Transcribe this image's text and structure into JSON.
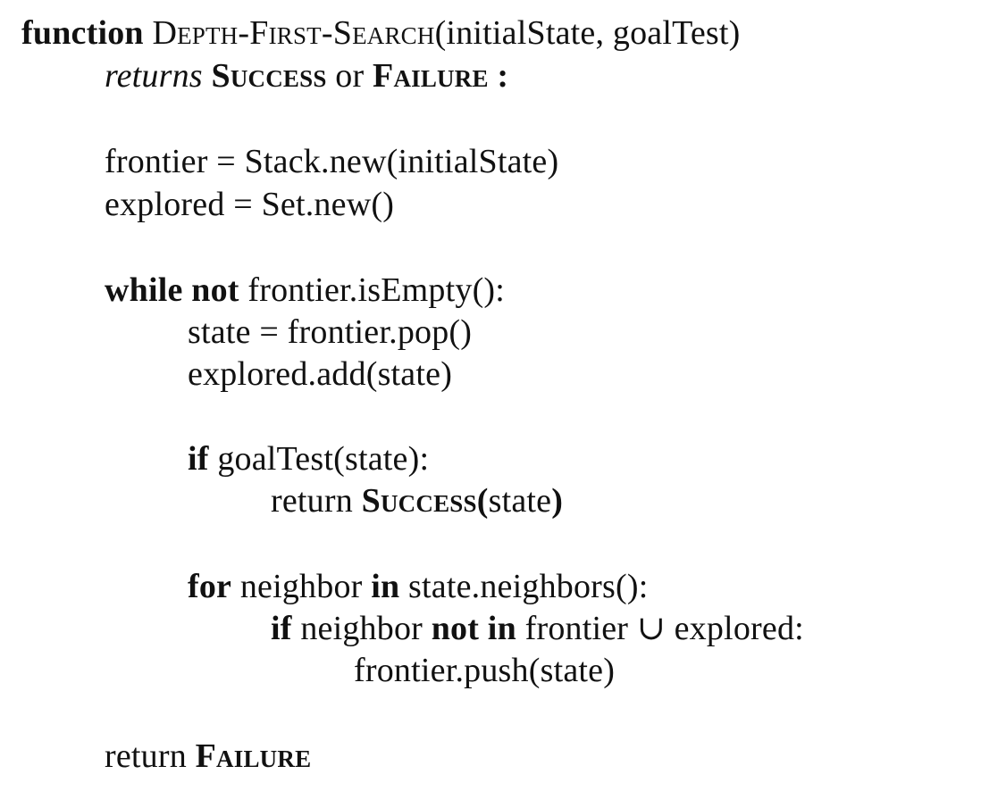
{
  "pseudocode": {
    "signature": {
      "keyword": "function",
      "name": "Depth-First-Search",
      "params": "(initialState, goalTest)"
    },
    "returns_line": {
      "returns": "returns",
      "success": "Success",
      "or": "or",
      "failure": "Failure :"
    },
    "init": {
      "frontier": "frontier = Stack.new(initialState)",
      "explored": "explored = Set.new()"
    },
    "loop": {
      "while_kw": "while",
      "not_kw": "not",
      "condition": "frontier.isEmpty():",
      "pop": "state = frontier.pop()",
      "add": "explored.add(state)"
    },
    "goal_check": {
      "if_kw": "if",
      "condition": "goalTest(state):",
      "return_text": "return",
      "success": "Success(",
      "success_arg": "state",
      "close_paren": ")"
    },
    "neighbors": {
      "for_kw": "for",
      "var": "neighbor",
      "in_kw": "in",
      "iterable": "state.neighbors():",
      "if_kw": "if",
      "var2": "neighbor",
      "not_in_kw": "not in",
      "condition": "frontier ∪ explored:",
      "push": "frontier.push(state)"
    },
    "final_return": {
      "return_text": "return",
      "failure": "Failure"
    }
  }
}
